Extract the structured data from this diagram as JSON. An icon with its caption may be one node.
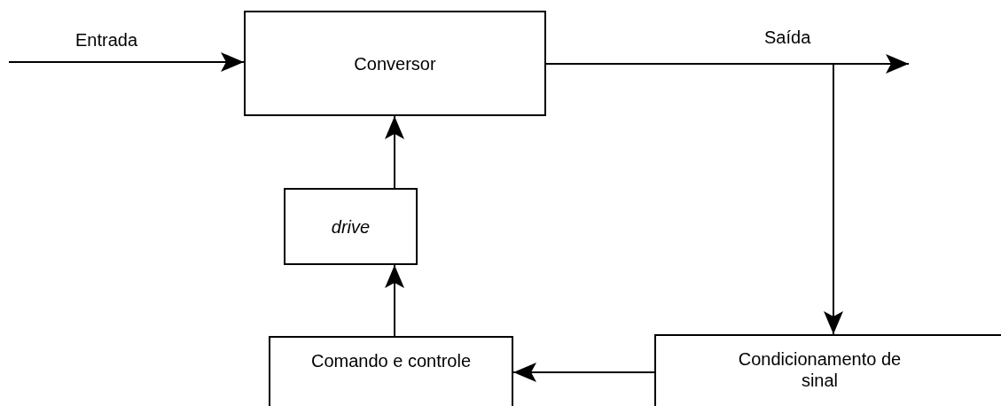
{
  "diagram": {
    "nodes": [
      {
        "text": [
          "Conversor"
        ]
      },
      {
        "text": [
          "drive"
        ]
      },
      {
        "text": [
          "Comando e controle"
        ]
      },
      {
        "text": [
          "Condicionamento de sinal"
        ]
      }
    ],
    "edges": [
      {
        "from": null,
        "to": 0,
        "arrow": "to",
        "label": "Entrada"
      },
      {
        "from": 0,
        "to": null,
        "arrow": "to",
        "label": "Saída"
      },
      {
        "from": 0,
        "to": 3,
        "arrow": "to"
      },
      {
        "from": 1,
        "to": 0,
        "arrow": "to"
      },
      {
        "from": 2,
        "to": 1,
        "arrow": "to"
      },
      {
        "from": 3,
        "to": 2,
        "arrow": "to"
      }
    ]
  }
}
